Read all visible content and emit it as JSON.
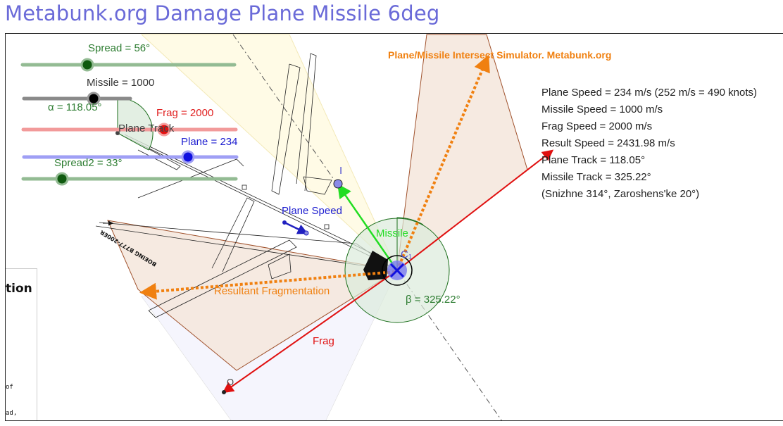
{
  "title": "Metabunk.org Damage Plane Missile 6deg",
  "sliders": [
    {
      "name": "Spread",
      "label": "Spread = 56°",
      "value": 56,
      "color": "#2e7d32"
    },
    {
      "name": "Missile",
      "label": "Missile = 1000",
      "value": 1000,
      "color": "#333333"
    },
    {
      "name": "Frag",
      "label": "Frag = 2000",
      "value": 2000,
      "color": "#e02020"
    },
    {
      "name": "Plane",
      "label": "Plane = 234",
      "value": 234,
      "color": "#2020d0"
    },
    {
      "name": "Spread2",
      "label": "Spread2 = 33°",
      "value": 33,
      "color": "#2e7d32"
    }
  ],
  "canvas_labels": {
    "alpha": "α = 118.05°",
    "plane_track": "Plane Track",
    "plane_speed": "Plane Speed",
    "point_i": "I",
    "missile": "Missile",
    "c1": "C₁",
    "beta": "β = 325.22°",
    "resultant": "Resultant Fragmentation",
    "frag": "Frag",
    "point_o": "O",
    "aircraft": "BOEING B777-200ER",
    "simulator_title": "Plane/Missile Intersect Simulator. Metabunk.org"
  },
  "info_lines": [
    "Plane Speed = 234 m/s (252 m/s = 490 knots)",
    "Missile Speed = 1000 m/s",
    "Frag Speed = 2000 m/s",
    "Result Speed = 2431.98 m/s",
    "Plane Track = 118.05°",
    "Missile Track = 325.22°",
    "(Snizhne 314°, Zaroshens'ke 20°)"
  ],
  "side_panel": {
    "heading": "tion",
    "line1": "of",
    "line2": "ad,"
  }
}
